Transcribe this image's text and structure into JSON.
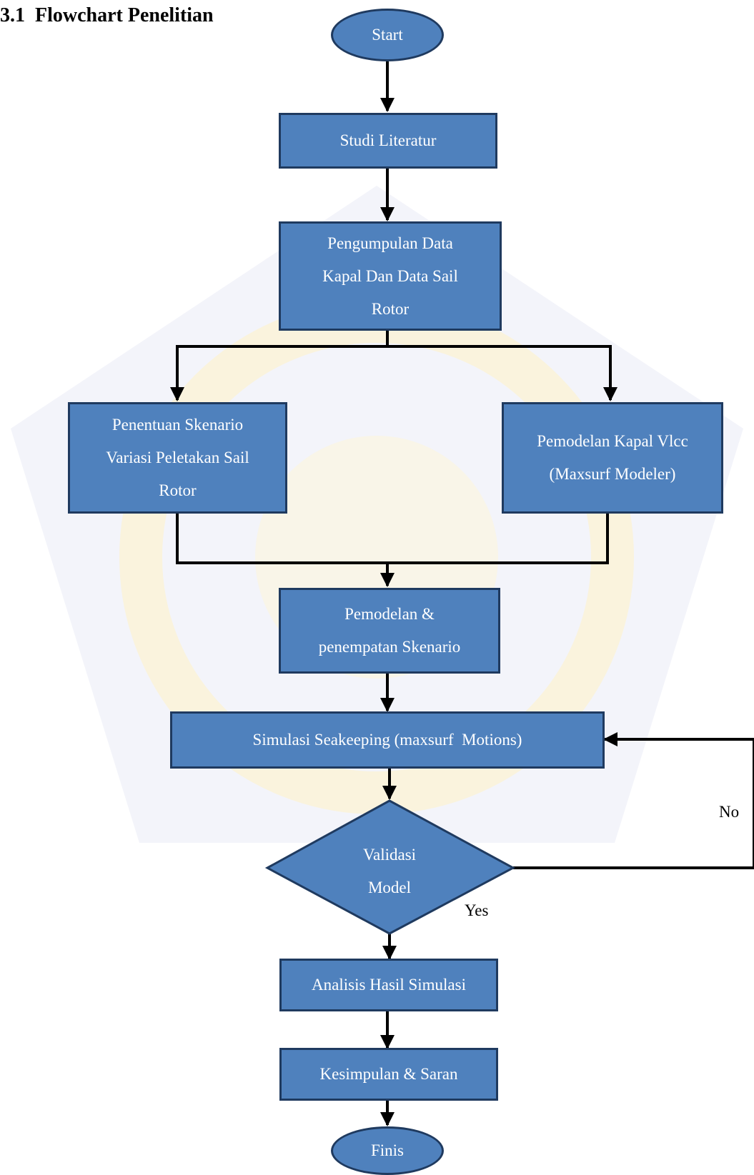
{
  "heading": {
    "number": "3.1",
    "title": "Flowchart Penelitian"
  },
  "nodes": {
    "start": "Start",
    "studi": "Studi Literatur",
    "pengumpulan": [
      "Pengumpulan Data",
      "Kapal Dan Data Sail",
      "Rotor"
    ],
    "penentuan": [
      "Penentuan Skenario",
      "Variasi Peletakan Sail",
      "Rotor"
    ],
    "pemodelan_kapal": [
      "Pemodelan Kapal Vlcc",
      "(Maxsurf Modeler)"
    ],
    "pemodelan_skenario": [
      "Pemodelan &",
      "penempatan Skenario"
    ],
    "simulasi": "Simulasi Seakeeping (maxsurf  Motions)",
    "validasi": [
      "Validasi",
      "Model"
    ],
    "analisis": "Analisis Hasil Simulasi",
    "kesimpulan": "Kesimpulan & Saran",
    "finis": "Finis"
  },
  "edge_labels": {
    "no": "No",
    "yes": "Yes"
  },
  "colors": {
    "box_fill": "#4f81bd",
    "box_border": "#1f3a5f",
    "line": "#000000",
    "watermark": "#f3e3a6"
  }
}
